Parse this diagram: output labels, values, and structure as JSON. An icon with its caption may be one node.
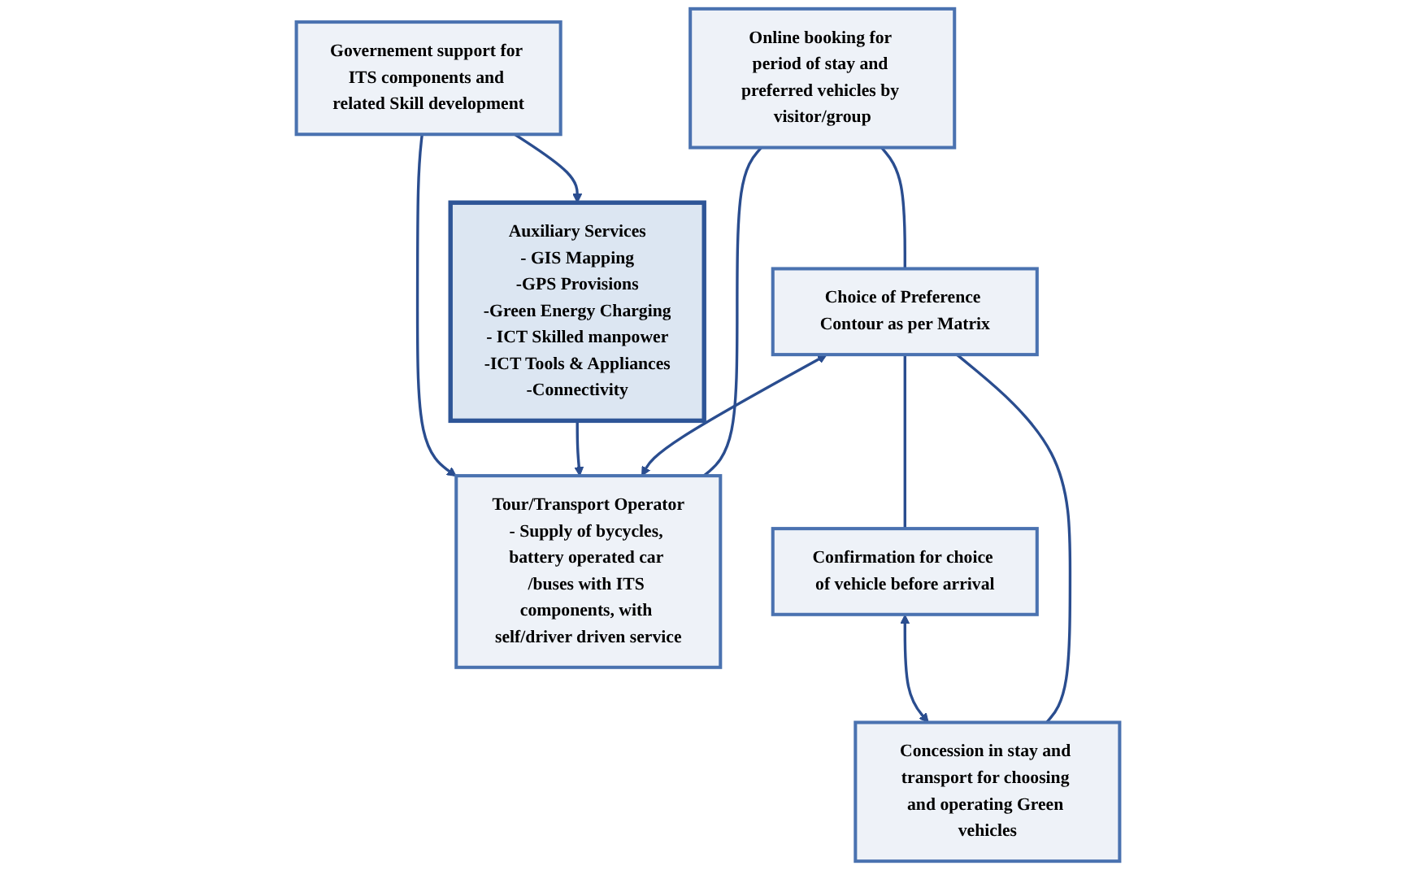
{
  "diagram": {
    "nodes": [
      {
        "text": [
          "Online booking for period of stay and preferred vehicles by visitor/group"
        ]
      },
      {
        "text": [
          "Choice of Preference Contour as per Matrix"
        ]
      },
      {
        "text": [
          "Tour/Transport Operator",
          "- Supply of bycycles, battery operated car /buses with ITS components, with self/driver driven service"
        ]
      },
      {
        "text": [
          "Auxiliary Services",
          "- GIS Mapping",
          "-GPS Provisions",
          "-Green Energy Charging",
          "- ICT Skilled manpower",
          "-ICT Tools & Appliances",
          "-Connectivity"
        ]
      },
      {
        "text": [
          "Confirmation for choice of vehicle before arrival"
        ]
      },
      {
        "text": [
          "Concession in stay and transport for choosing and operating Green vehicles"
        ]
      },
      {
        "text": [
          "Governement support for ITS components and related Skill development"
        ]
      }
    ],
    "edges": [
      {
        "from": 0,
        "to": 1,
        "arrow": "none"
      },
      {
        "from": 0,
        "to": 2,
        "arrow": "none"
      },
      {
        "from": 1,
        "to": 2,
        "arrow": "both"
      },
      {
        "from": 3,
        "to": 2,
        "arrow": "to"
      },
      {
        "from": 1,
        "to": 4,
        "arrow": "none"
      },
      {
        "from": 1,
        "to": 5,
        "arrow": "none"
      },
      {
        "from": 4,
        "to": 5,
        "arrow": "both"
      },
      {
        "from": 6,
        "to": 2,
        "arrow": "to"
      },
      {
        "from": 6,
        "to": 3,
        "arrow": "to"
      }
    ]
  }
}
